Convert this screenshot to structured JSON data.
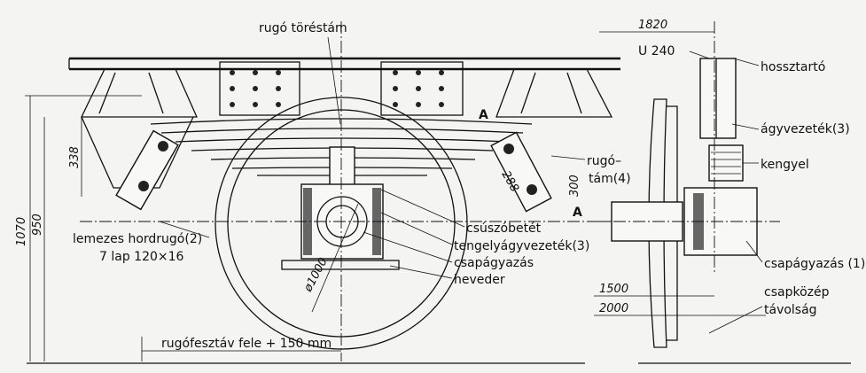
{
  "labels": {
    "rugo_torestam": "rugó töréstám",
    "u240": "U 240",
    "hossztarto": "hossztartó",
    "agyvezetek": "ágyvezeték(3)",
    "kengyel": "kengyel",
    "rugo": "rugó–",
    "tam": "tám(4)",
    "lemezes": "lemezes hordrugó(2)",
    "lap": "7 lap 120×16",
    "csuszobetet": "csúszóbetét",
    "tengelyagy": "tengelyágyvezeték(3)",
    "csapagyazas": "csapágyazás",
    "heveder": "heveder",
    "csapagyazas1": "csapágyazás (1)",
    "csapkozep": "csapközép",
    "tavolsag": "távolság",
    "rugofesztav": "rugófesztáv fele + 150 mm",
    "section_a1": "A",
    "section_a2": "A"
  },
  "dimensions": {
    "d1820": "1820",
    "d1070": "1070",
    "d950": "950",
    "d338": "338",
    "d288": "288",
    "d300": "300",
    "d1000": "ø1000",
    "d1500": "1500",
    "d2000": "2000"
  }
}
